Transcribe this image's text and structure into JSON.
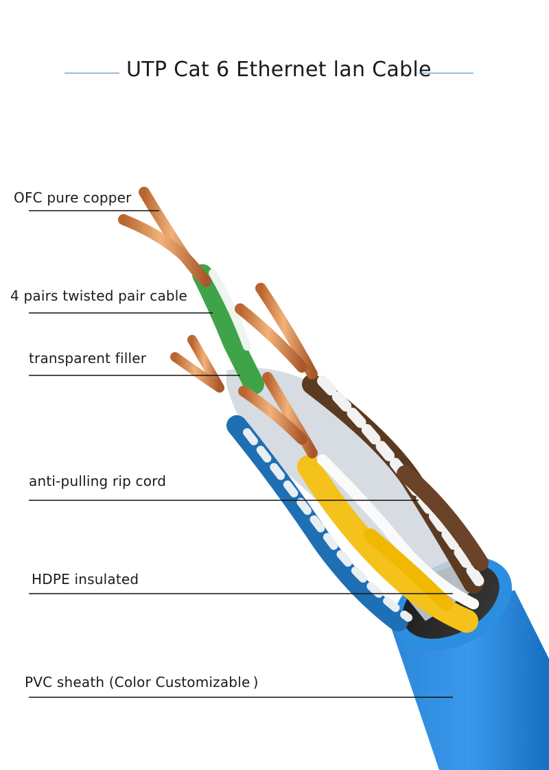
{
  "title": "UTP Cat 6 Ethernet lan Cable",
  "colors": {
    "title_rule": "#3a7fc2",
    "sheath": "#1f7fd6",
    "copper": "#d98a4a",
    "leader_line": "#111111"
  },
  "callouts": [
    {
      "label": "OFC pure copper"
    },
    {
      "label": "4 pairs twisted pair cable"
    },
    {
      "label": "transparent filler"
    },
    {
      "label": "anti-pulling rip cord"
    },
    {
      "label": "HDPE insulated"
    },
    {
      "label": "PVC sheath (Color Customizable )"
    }
  ]
}
